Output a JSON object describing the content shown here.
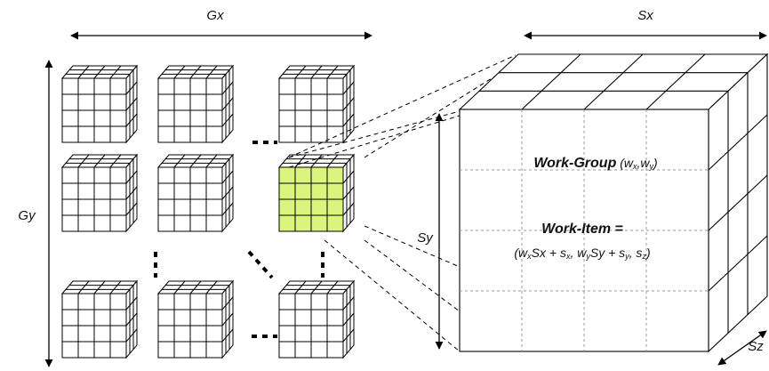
{
  "axes": {
    "gx": "Gx",
    "gy": "Gy",
    "sx": "Sx",
    "sy": "Sy",
    "sz": "Sz"
  },
  "work_group": {
    "title": "Work-Group",
    "coords_open": " (w",
    "sub_x": "x",
    "coords_sep": ",w",
    "sub_y": "y",
    "coords_close": ")"
  },
  "work_item": {
    "title": "Work-Item =",
    "f1": "(w",
    "s1": "x",
    "f2": "Sx + s",
    "s2": "x",
    "f3": ", w",
    "s3": "y",
    "f4": "Sy + s",
    "s4": "y",
    "f5": ", s",
    "s5": "z",
    "f6": ")"
  },
  "colors": {
    "highlight_cube": "#d9f57e",
    "line": "#000000"
  }
}
